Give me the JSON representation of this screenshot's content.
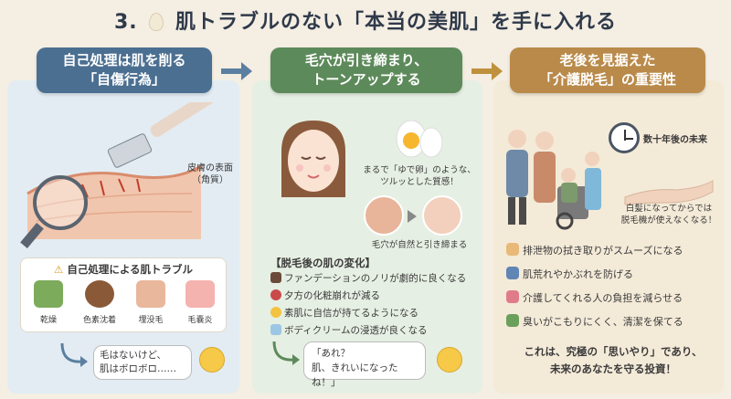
{
  "title": {
    "number": "3.",
    "text": "肌トラブルのない「本当の美肌」を手に入れる",
    "icon": "egg-icon"
  },
  "columns": [
    {
      "heading_line1": "自己処理は肌を削る",
      "heading_line2": "「自傷行為」",
      "color": "#4b6f91",
      "skin_label_line1": "皮膚の表面",
      "skin_label_line2": "（角質）",
      "trouble_title": "自己処理による肌トラブル",
      "troubles": [
        {
          "label": "乾燥",
          "icon": "cactus-icon"
        },
        {
          "label": "色素沈着",
          "icon": "pigment-icon"
        },
        {
          "label": "埋没毛",
          "icon": "ingrown-hair-icon"
        },
        {
          "label": "毛嚢炎",
          "icon": "folliculitis-icon"
        }
      ],
      "speech_line1": "毛はないけど、",
      "speech_line2": "肌はボロボロ……"
    },
    {
      "heading_line1": "毛穴が引き締まり、",
      "heading_line2": "トーンアップする",
      "color": "#5d8a5a",
      "egg_caption_line1": "まるで「ゆで卵」のような、",
      "egg_caption_line2": "ツルッとした質感！",
      "pore_caption": "毛穴が自然と引き締まる",
      "changes_title": "【脱毛後の肌の変化】",
      "changes": [
        {
          "text": "ファンデーションのノリが劇的に良くなる",
          "icon": "makeup-brush-icon"
        },
        {
          "text": "夕方の化粧崩れが減る",
          "icon": "clock-icon"
        },
        {
          "text": "素肌に自信が持てるようになる",
          "icon": "smile-icon"
        },
        {
          "text": "ボディクリームの浸透が良くなる",
          "icon": "cream-bottle-icon"
        }
      ],
      "speech_line1": "「あれ？",
      "speech_line2": "肌、きれいになったね！」"
    },
    {
      "heading_line1": "老後を見据えた",
      "heading_line2": "「介護脱毛」の重要性",
      "color": "#b98a4a",
      "future_label": "数十年後の未来",
      "gray_caption_line1": "白髪になってからでは",
      "gray_caption_line2": "脱毛機が使えなくなる！",
      "care_points": [
        {
          "text": "排泄物の拭き取りがスムーズになる",
          "icon": "hand-icon"
        },
        {
          "text": "肌荒れやかぶれを防げる",
          "icon": "shield-icon"
        },
        {
          "text": "介護してくれる人の負担を減らせる",
          "icon": "heart-hands-icon"
        },
        {
          "text": "臭いがこもりにくく、清潔を保てる",
          "icon": "leaf-icon"
        }
      ],
      "conclusion_line1": "これは、究極の「思いやり」であり、",
      "conclusion_line2": "未来のあなたを守る投資！"
    }
  ]
}
